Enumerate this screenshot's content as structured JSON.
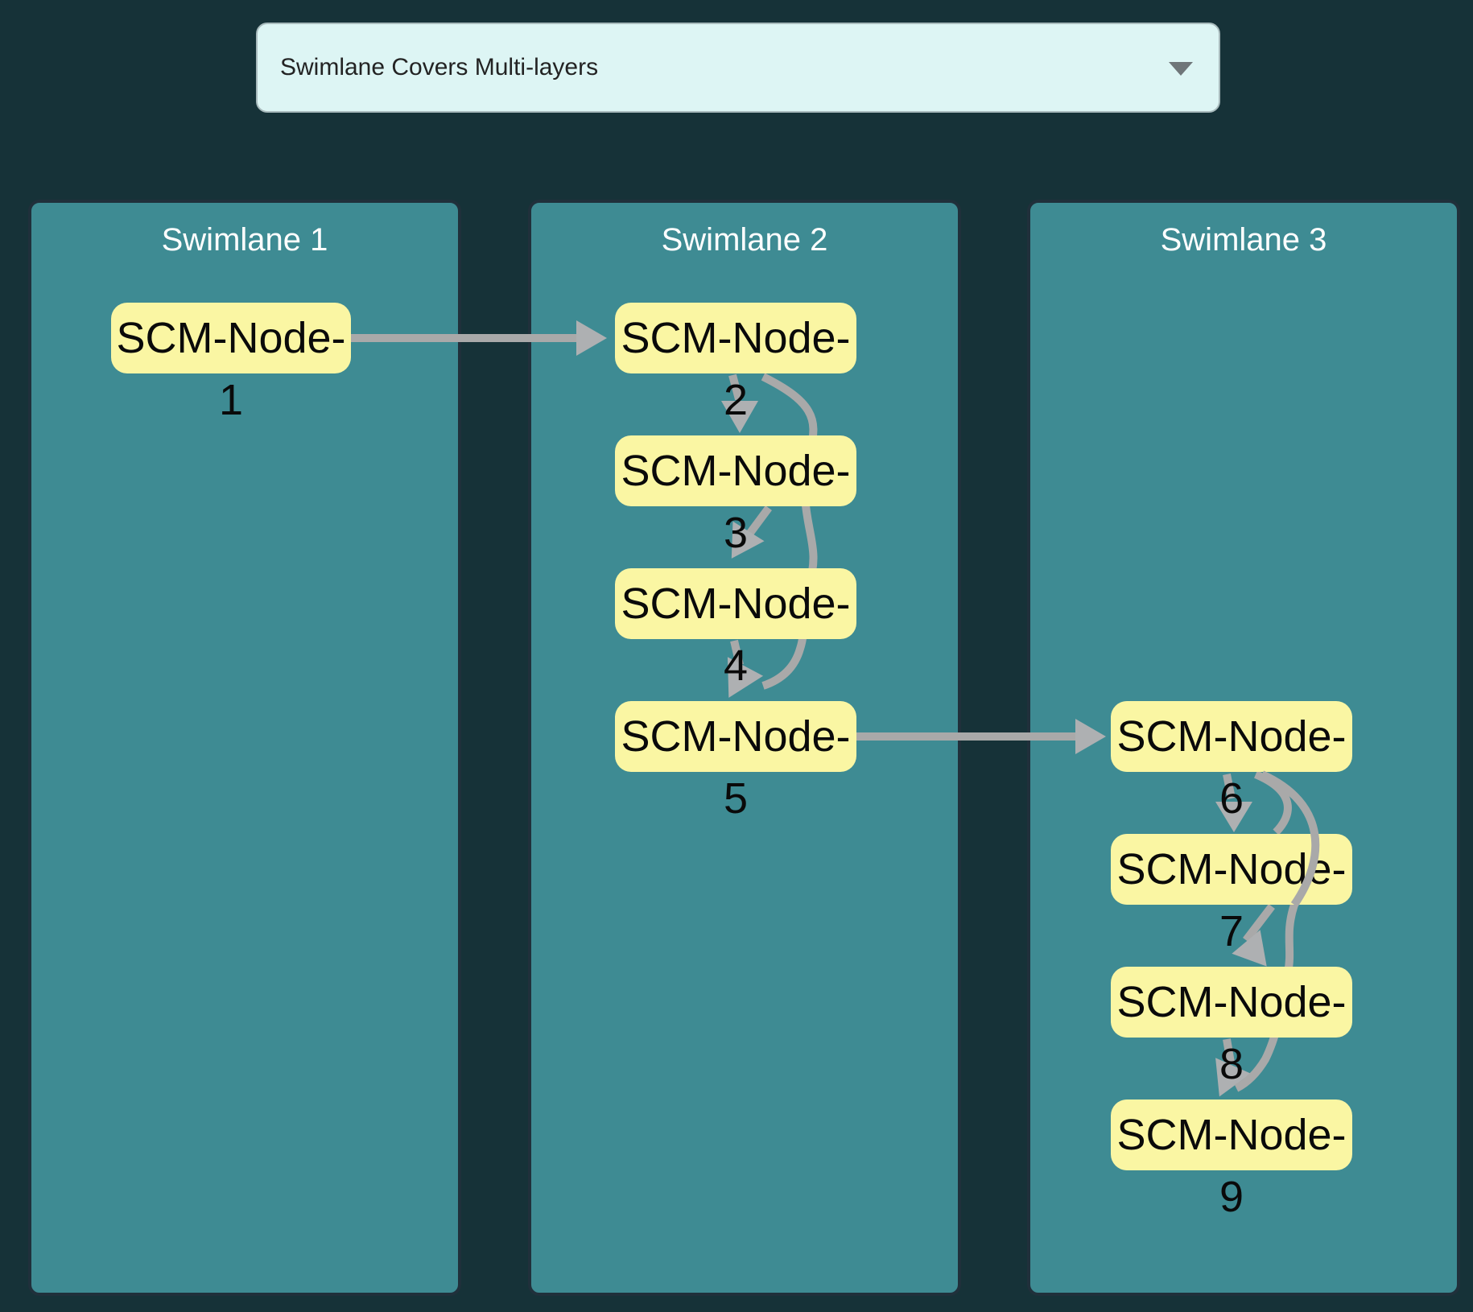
{
  "dropdown": {
    "value": "Swimlane Covers Multi-layers",
    "caret_icon": "chevron-down"
  },
  "lanes": [
    {
      "title": "Swimlane 1"
    },
    {
      "title": "Swimlane 2"
    },
    {
      "title": "Swimlane 3"
    }
  ],
  "nodes": [
    {
      "label": "SCM-Node-1",
      "line1": "SCM-Node-",
      "num": "1",
      "lane": "Swimlane 1"
    },
    {
      "label": "SCM-Node-2",
      "line1": "SCM-Node-",
      "num": "2",
      "lane": "Swimlane 2"
    },
    {
      "label": "SCM-Node-3",
      "line1": "SCM-Node-",
      "num": "3",
      "lane": "Swimlane 2"
    },
    {
      "label": "SCM-Node-4",
      "line1": "SCM-Node-",
      "num": "4",
      "lane": "Swimlane 2"
    },
    {
      "label": "SCM-Node-5",
      "line1": "SCM-Node-",
      "num": "5",
      "lane": "Swimlane 2"
    },
    {
      "label": "SCM-Node-6",
      "line1": "SCM-Node-",
      "num": "6",
      "lane": "Swimlane 3"
    },
    {
      "label": "SCM-Node-7",
      "line1": "SCM-Node-",
      "num": "7",
      "lane": "Swimlane 3"
    },
    {
      "label": "SCM-Node-8",
      "line1": "SCM-Node-",
      "num": "8",
      "lane": "Swimlane 3"
    },
    {
      "label": "SCM-Node-9",
      "line1": "SCM-Node-",
      "num": "9",
      "lane": "Swimlane 3"
    }
  ],
  "edges": [
    {
      "from": "SCM-Node-1",
      "to": "SCM-Node-2"
    },
    {
      "from": "SCM-Node-2",
      "to": "SCM-Node-3"
    },
    {
      "from": "SCM-Node-3",
      "to": "SCM-Node-4"
    },
    {
      "from": "SCM-Node-4",
      "to": "SCM-Node-5"
    },
    {
      "from": "SCM-Node-2",
      "to": "SCM-Node-5"
    },
    {
      "from": "SCM-Node-5",
      "to": "SCM-Node-6"
    },
    {
      "from": "SCM-Node-6",
      "to": "SCM-Node-7"
    },
    {
      "from": "SCM-Node-7",
      "to": "SCM-Node-8"
    },
    {
      "from": "SCM-Node-8",
      "to": "SCM-Node-9"
    },
    {
      "from": "SCM-Node-6",
      "to": "SCM-Node-9"
    }
  ],
  "colors": {
    "bg": "#163238",
    "lane-fill": "#3e8b93",
    "lane-border": "#20303b",
    "lane-title": "#ffffff",
    "node-fill": "#faf6a3",
    "node-text": "#0a0a0a",
    "edge": "#a9a9a9",
    "arrowhead": "#aeb0b2",
    "dropdown-bg": "#ddf5f4",
    "dropdown-border": "#a8babc",
    "dropdown-text": "#232323",
    "caret": "#6f7679"
  }
}
